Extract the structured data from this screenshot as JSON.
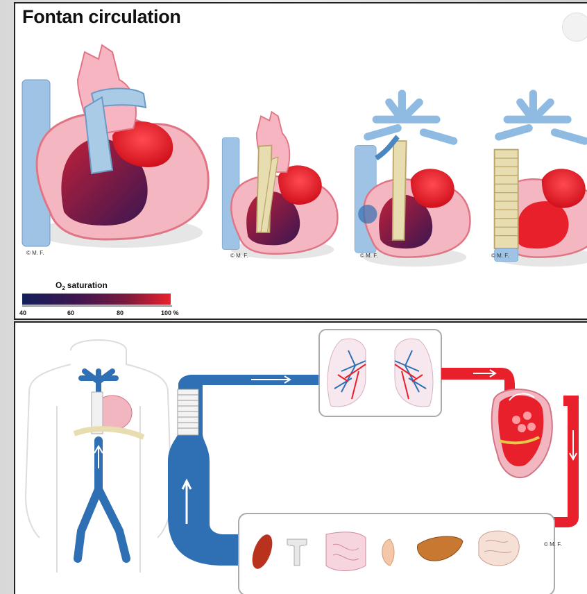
{
  "title": "Fontan circulation",
  "legend": {
    "label": "saturation",
    "label_symbol": "O",
    "label_subscript": "2",
    "ticks": [
      "40",
      "60",
      "80",
      "100 %"
    ],
    "gradient": [
      "#14205a",
      "#3a1650",
      "#7a1a3e",
      "#e8202c"
    ]
  },
  "credit": "© M. F.",
  "colors": {
    "deoxygenated": "#2f6fb3",
    "oxygenated": "#e8202c",
    "heart_pink": "#f2a5b0",
    "vessel_blue": "#a9cbe6",
    "conduit": "#e8ddb0"
  },
  "organs": [
    "muscle-icon",
    "bone-icon",
    "intestine-icon",
    "kidney-icon",
    "liver-icon",
    "brain-icon"
  ]
}
